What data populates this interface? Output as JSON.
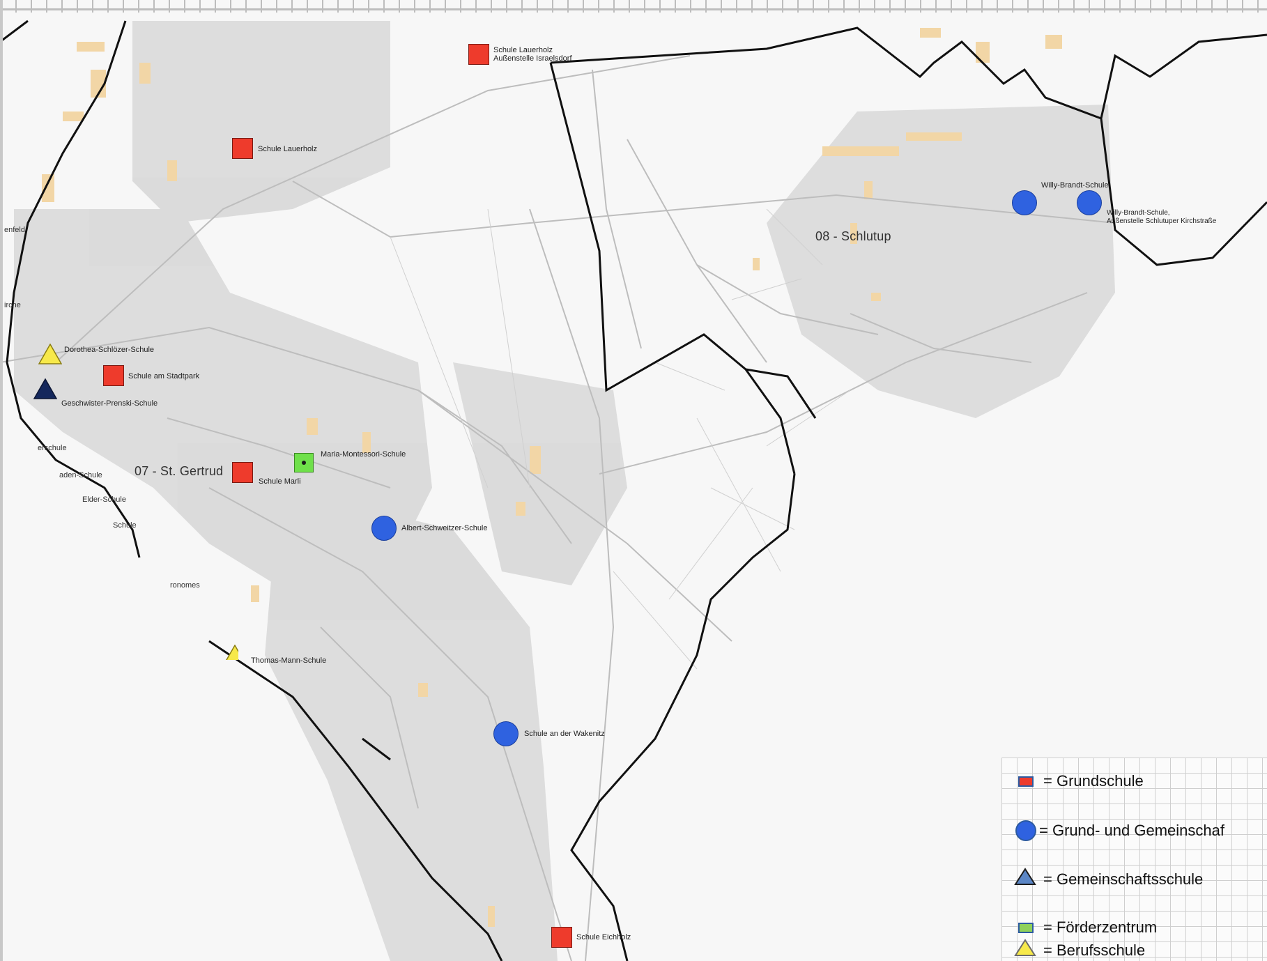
{
  "map": {
    "districts": [
      {
        "id": "stgertrud",
        "label": "07 - St. Gertrud"
      },
      {
        "id": "schlutup",
        "label": "08 - Schlutup"
      }
    ],
    "schools": [
      {
        "id": "lauerholz-israelsdorf",
        "type": "grundschule",
        "label": "Schule Lauerholz\nAußenstelle Israelsdorf"
      },
      {
        "id": "lauerholz",
        "type": "grundschule",
        "label": "Schule Lauerholz"
      },
      {
        "id": "stadtpark",
        "type": "grundschule",
        "label": "Schule am Stadtpark"
      },
      {
        "id": "marli",
        "type": "grundschule",
        "label": "Schule Marli"
      },
      {
        "id": "eichholz",
        "type": "grundschule",
        "label": "Schule Eichholz"
      },
      {
        "id": "willy-brandt",
        "type": "grund-gemeinschaft",
        "label": "Willy-Brandt-Schule"
      },
      {
        "id": "willy-brandt-aussen",
        "type": "grund-gemeinschaft",
        "label": "Willy-Brandt-Schule,\nAußenstelle Schlutuper Kirchstraße"
      },
      {
        "id": "albert-schweitzer",
        "type": "grund-gemeinschaft",
        "label": "Albert-Schweitzer-Schule"
      },
      {
        "id": "wakenitz",
        "type": "grund-gemeinschaft",
        "label": "Schule an der Wakenitz"
      },
      {
        "id": "geschwister-prenski",
        "type": "gemeinschaftsschule",
        "label": "Geschwister-Prenski-Schule"
      },
      {
        "id": "montessori",
        "type": "foerderzentrum",
        "label": "Maria-Montessori-Schule"
      },
      {
        "id": "dorothea",
        "type": "berufsschule",
        "label": "Dorothea-Schlözer-Schule"
      },
      {
        "id": "thomas-mann",
        "type": "berufsschule",
        "label": "Thomas-Mann-Schule"
      }
    ],
    "partial_labels": [
      {
        "id": "p1",
        "label": "enfeld"
      },
      {
        "id": "p2",
        "label": "irche"
      },
      {
        "id": "p3",
        "label": "erschule"
      },
      {
        "id": "p4",
        "label": "aden-Schule"
      },
      {
        "id": "p5",
        "label": "Elder-Schule"
      },
      {
        "id": "p6",
        "label": "Schule"
      },
      {
        "id": "p7",
        "label": "ronomes"
      }
    ],
    "colors": {
      "grundschule": "#ee3b2c",
      "grund-gemeinschaft": "#2f62e0",
      "gemeinschaftsschule": "#14275c",
      "foerderzentrum": "#6fe04a",
      "berufsschule": "#f7e94a",
      "boundary": "#111111",
      "streets": "#bdbdbd",
      "buildings": "#f2d6a6"
    }
  },
  "legend": {
    "items": [
      {
        "type": "grundschule",
        "symbol": "square",
        "fill": "#ee3b2c",
        "label": "= Grundschule"
      },
      {
        "type": "grund-gemeinschaft",
        "symbol": "circle",
        "fill": "#2f62e0",
        "label": "= Grund- und Gemeinschaf"
      },
      {
        "type": "gemeinschaftsschule",
        "symbol": "triangle",
        "fill": "#5b86c6",
        "label": "= Gemeinschaftsschule"
      },
      {
        "type": "foerderzentrum",
        "symbol": "square",
        "fill": "#8fd15a",
        "label": "= Förderzentrum"
      },
      {
        "type": "berufsschule",
        "symbol": "triangle",
        "fill": "#f7e94a",
        "label": "= Berufsschule"
      }
    ]
  }
}
